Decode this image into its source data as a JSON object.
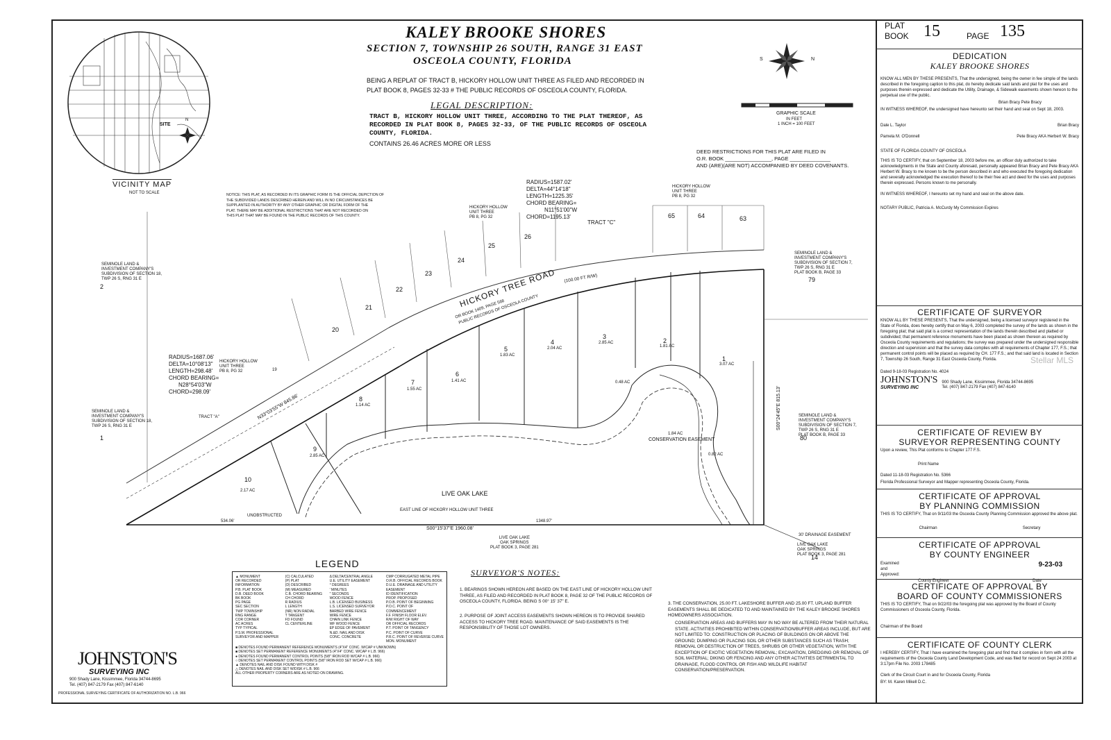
{
  "title": {
    "name": "KALEY BROOKE SHORES",
    "section": "SECTION 7, TOWNSHIP 26 SOUTH, RANGE 31 EAST",
    "county": "OSCEOLA COUNTY, FLORIDA",
    "replat_line1": "BEING A REPLAT OF TRACT B, HICKORY HOLLOW UNIT THREE AS FILED AND RECORDED IN",
    "replat_line2": "PLAT BOOK 8, PAGES 32-33 # THE PUBLIC RECORDS OF OSCEOLA COUNTY, FLORIDA."
  },
  "legal": {
    "heading": "LEGAL DESCRIPTION:",
    "line1": "TRACT B, HICKORY HOLLOW UNIT THREE, ACCORDING TO THE PLAT THEREOF, AS",
    "line2": "RECORDED IN PLAT BOOK 8, PAGES 32-33, OF THE PUBLIC RECORDS OF OSCEOLA",
    "line3": "COUNTY, FLORIDA.",
    "acreage": "CONTAINS 26.46 ACRES MORE OR LESS"
  },
  "scale": {
    "label": "GRAPHIC SCALE",
    "sub1": "IN FEET",
    "sub2": "1 INCH = 100 FEET"
  },
  "compass": {
    "n": "N",
    "s": "S"
  },
  "deed": {
    "line1": "DEED RESTRICTIONS FOR THIS PLAT ARE FILED IN",
    "line2": "O.R. BOOK ________________, PAGE ______________",
    "line3": "AND (ARE)(ARE NOT) ACCOMPANIED BY DEED COVENANTS."
  },
  "notice": {
    "line1": "NOTICE: THIS PLAT, AS RECORDED IN ITS GRAPHIC FORM IS THE OFFICIAL DEPICTION OF",
    "line2": "THE SUBDIVIDED LANDS DESCRIBED HEREIN AND WILL IN NO CIRCUMSTANCES BE",
    "line3": "SUPPLANTED IN AUTHORITY BY ANY OTHER GRAPHIC OR DIGITAL FORM OF THE",
    "line4": "PLAT. THERE MAY BE ADDITIONAL RESTRICTIONS THAT ARE NOT RECORDED ON",
    "line5": "THIS PLAT THAT MAY BE FOUND IN THE PUBLIC RECORDS OF THIS COUNTY."
  },
  "vicinity": {
    "label": "VICINITY MAP",
    "sub": "NOT TO SCALE",
    "site": "SITE",
    "n": "N"
  },
  "curve_top": {
    "radius": "RADIUS=1587.02'",
    "delta": "DELTA=44°14'18\"",
    "length": "LENGTH=1225.35'",
    "bearing": "CHORD BEARING=",
    "bearing_val": "N11°51'00\"W",
    "chord": "CHORD=1195.13'"
  },
  "curve_left": {
    "radius": "RADIUS=1687.06'",
    "delta": "DELTA=10°08'13\"",
    "length": "LENGTH=298.48'",
    "bearing": "CHORD BEARING=",
    "bearing_val": "N28°54'03\"W",
    "chord": "CHORD=298.09'"
  },
  "map": {
    "road": "HICKORY TREE ROAD",
    "road_width": "(100.00 FT R/W)",
    "road_sub1": "OR BOOK 1409, PAGE 568",
    "road_sub2": "PUBLIC RECORDS OF OSCEOLA COUNTY",
    "tract_c": "TRACT \"C\"",
    "tract_a": "TRACT \"A\"",
    "lake": "LIVE OAK LAKE",
    "conservation": "CONSERVATION EASEMENT",
    "conservation_ac": "1.84 AC",
    "bearing_west": "N33°03'55\"W  845.86'",
    "bearing_south": "S00°15'37\"E   1960.08'",
    "seg_1348": "1348.97'",
    "seg_534": "534.06'",
    "bearing_east": "S00°24'45\"E  815.13'",
    "drainage": "30' DRAINAGE EASEMENT",
    "hh3_top": "HICKORY HOLLOW",
    "hh3_top2": "UNIT THREE",
    "hh3_top3": "PB 8, PG 32",
    "seminole_left1": "SEMINOLE LAND &",
    "seminole_left2": "INVESTMENT COMPANY'S",
    "seminole_left3": "SUBDIVISION OF SECTION 18,",
    "seminole_left4": "TWP 26 S, RNG 31 E",
    "seminole_right1": "SEMINOLE LAND &",
    "seminole_right2": "INVESTMENT COMPANY'S",
    "seminole_right3": "SUBDIVISION OF SECTION 7,",
    "seminole_right4": "TWP 26 S, RNG 31 E",
    "seminole_right5": "PLAT BOOK B, PAGE 33",
    "live_oak_springs1": "LIVE OAK LAKE",
    "live_oak_springs2": "OAK SPRINGS",
    "live_oak_springs3": "PLAT BOOK 3, PAGE 281",
    "east_line": "EAST LINE OF HICKORY HOLLOW UNIT THREE",
    "unobstructed": "UNOBSTRUCTED",
    "ac_lot1": "3.07 AC",
    "ac_lot2": "1.81 AC",
    "ac_lot3": "2.85 AC",
    "ac_lot4": "2.04 AC",
    "ac_lot5": "1.83 AC",
    "ac_lot6": "1.41 AC",
    "ac_lot7": "1.55 AC",
    "ac_lot8": "1.14 AC",
    "ac_lot9": "2.85 AC",
    "ac_lot10": "2.17 AC",
    "ac_misc1": "0.48 AC",
    "ac_misc2": "0.82 AC"
  },
  "lots": [
    "1",
    "2",
    "3",
    "4",
    "5",
    "6",
    "7",
    "8",
    "9",
    "10"
  ],
  "adjacent": {
    "n2": "2",
    "n1": "1",
    "n19": "19",
    "n20": "20",
    "n21": "21",
    "n22": "22",
    "n23": "23",
    "n24": "24",
    "n25": "25",
    "n26": "26",
    "n63": "63",
    "n64": "64",
    "n65": "65",
    "n79": "79",
    "n80": "80",
    "n14": "14"
  },
  "plat_header": {
    "plat": "PLAT",
    "book": "BOOK",
    "book_num": "15",
    "page": "PAGE",
    "page_num": "135"
  },
  "dedication": {
    "title": "DEDICATION",
    "subtitle": "KALEY BROOKE SHORES",
    "text": "KNOW ALL MEN BY THESE PRESENTS, That the undersigned, being the owner in fee simple of the lands described in the foregoing caption to this plat, do hereby dedicate said lands and plat for the uses and purposes therein expressed and dedicate the Utility, Drainage, & Sidewalk easements shown hereon to the perpetual use of the public.",
    "owners": "Brian Bracy  Pete Bracy",
    "witness": "IN WITNESS WHEREOF, the undersigned have hereunto set their hand and seal on Sept 18, 2003.",
    "w1": "Dale L. Taylor",
    "w2": "Pamela M. O'Donnell",
    "s1": "Brian Bracy",
    "s2": "Pete Bracy AKA Herbert W. Bracy",
    "state": "STATE OF  FLORIDA     COUNTY OF  OSCEOLA",
    "certify": "THIS IS TO CERTIFY, that on September 18, 2003 before me, an officer duly authorized to take acknowledgments in the State and County aforesaid, personally appeared Brian Bracy and Pete Bracy AKA Herbert W. Bracy to me known to be the person described in and who executed the foregoing dedication and severally acknowledged the execution thereof to be their free act and deed for the uses and purposes therein expressed. Persons known to me personally.",
    "seal": "IN WITNESS WHEREOF, I hereunto set my hand and seal on the above date.",
    "notary": "NOTARY PUBLIC, Patricia A. McCurdy  My Commission Expires"
  },
  "surveyor": {
    "title": "CERTIFICATE OF SURVEYOR",
    "text": "KNOW ALL BY THESE PRESENTS, That the undersigned, being a licensed surveyor registered in the State of Florida, does hereby certify that on May 6, 2003 completed the survey of the lands as shown in the foregoing plat; that said plat is a correct representation of the lands therein described and platted or subdivided; that permanent reference monuments have been placed as shown thereon as required by Osceola County requirements and regulations; the survey was prepared under the undersigned responsible direction and supervision and that the survey data complies with all requirements of Chapter 177, F.S.; that permanent control points will be placed as required by CH. 177 F.S.; and that said land is located in Section 7, Township 26 South, Range 31 East Osceola County, Florida.",
    "dated": "Dated 9-18-03   Registration No. 4024",
    "company": "JOHNSTON'S",
    "company_sub": "SURVEYING INC",
    "address": "900 Shady Lane, Kissimmee, Florida 34744-8695",
    "phone": "Tel. (407) 847-2179   Fax (407) 847-6140"
  },
  "review": {
    "title1": "CERTIFICATE OF REVIEW BY",
    "title2": "SURVEYOR REPRESENTING COUNTY",
    "text": "Upon a review, This Plat conforms to Chapter 177 F.S.",
    "print": "Print Name",
    "dated": "Dated 11-18-03   Registration No. 5366",
    "role": "Florida Professional Surveyor and Mapper representing Osceola County, Florida."
  },
  "planning": {
    "title1": "CERTIFICATE OF APPROVAL",
    "title2": "BY PLANNING COMMISSION",
    "text": "THIS IS TO CERTIFY, That on 9/11/03 the Osceola County Planning Commission approved the above plat.",
    "chairman": "Chairman",
    "secretary": "Secretary"
  },
  "engineer": {
    "title1": "CERTIFICATE OF APPROVAL",
    "title2": "BY COUNTY ENGINEER",
    "examined": "Examined and Approved:",
    "date": "9-23-03",
    "signer": "County Engineer",
    "date_label": "Date"
  },
  "commissioners": {
    "title1": "CERTIFICATE OF APPROVAL BY",
    "title2": "BOARD OF COUNTY COMMISSIONERS",
    "text": "THIS IS TO CERTIFY, That on 9/22/03 the foregoing plat was approved by the Board of County Commissioners of Osceola County, Florida.",
    "chairman": "Chairman of the Board"
  },
  "clerk": {
    "title": "CERTIFICATE OF COUNTY CLERK",
    "text": "I HEREBY CERTIFY, That I have examined the foregoing plat and find that it complies in form with all the requirements of the Osceola County Land Development Code, and was filed for record on Sept 24 2003 at 3:17pm File No. 2003 178485",
    "role": "Clerk of the Circuit Court in and for Osceola County, Florida",
    "by": "BY: M. Karen Mikell  D.C."
  },
  "legend": {
    "title": "LEGEND",
    "col1": [
      "▲  MONUMENT",
      "OR  RECORDED INFORMATION",
      "P.B.  PLAT BOOK",
      "D.B.  DEED BOOK",
      "BK  BOOK",
      "PG  PAGE",
      "SEC  SECTION",
      "TWP  TOWNSHIP",
      "RNG  RANGE",
      "COR  CORNER",
      "AC  ACRES",
      "TYP  TYPICAL",
      "P.S.M.  PROFESSIONAL SURVEYOR AND MAPPER"
    ],
    "col2": [
      "(C)  CALCULATED",
      "(P)  PLAT",
      "(D)  DESCRIBED",
      "(M)  MEASURED",
      "C.B.  CHORD BEARING",
      "CH  CHORD",
      "R  RADIUS",
      "L  LENGTH",
      "(NR)  NON RADIAL",
      "T  TANGENT",
      "FD  FOUND",
      "CL  CENTERLINE"
    ],
    "col3": [
      "Δ  DELTA/CENTRAL ANGLE",
      "U.E.  UTILITY EASEMENT",
      "°  DEGREES",
      "'  MINUTES",
      "\"  SECONDS",
      "  WOOD FENCE",
      "L.B.  LICENSED BUSINESS",
      "L.S.  LICENSED SURVEYOR",
      "  BARBED WIRE FENCE",
      "  WIRE FENCE",
      "  CHAIN LINK FENCE",
      "WF  WOOD FENCE",
      "EP  EDGE OF PAVEMENT",
      "N.&D.  NAIL AND DISK",
      "CONC.  CONCRETE"
    ],
    "col4": [
      "CMP  CORRUGATED METAL PIPE",
      "O.R.B.  OFFICIAL RECORDS BOOK",
      "D.U.E.  DRAINAGE AND UTILITY EASEMENT",
      "ID  IDENTIFICATION",
      "PROP.  PROPOSED",
      "P.O.B.  POINT OF BEGINNING",
      "P.O.C.  POINT OF COMMENCEMENT",
      "F.F.  FINISH FLOOR ELEV.",
      "R/W  RIGHT OF WAY",
      "OR  OFFICIAL RECORDS",
      "P.T.  POINT OF TANGENCY",
      "P.C.  POINT OF CURVE",
      "P.R.C.  POINT OF REVERSE CURVE",
      "MON.  MONUMENT"
    ],
    "footer": [
      "■  DENOTES FOUND PERMANENT REFERENCE MONUMENTS (4\"X4\" CONC. W/CAP # UNKNOWN)",
      "■  DENOTES SET PERMANENT REFERENCE MONUMENTS (4\"X4\" CONC. W/CAP # L.B. 966)",
      "●  DENOTES FOUND PERMANENT CONTROL POINTS (5/8\" IRON ROD W/CAP # L.B. 966)",
      "○  DENOTES SET PERMANENT CONTROL POINTS (5/8\" IRON ROD SET W/CAP # L.B. 966)",
      "▲  DENOTES NAIL AND DISK FOUND WITH DISK #",
      "△  DENOTES NAIL AND DISK SET W/DISK # L.B. 966",
      "ALL OTHER PROPERTY CORNERS ARE AS NOTED ON DRAWING."
    ]
  },
  "notes": {
    "heading": "SURVEYOR'S NOTES:",
    "n1": "1.  BEARINGS SHOWN HEREON ARE BASED ON THE EAST LINE OF HICKORY HOLLOW UNIT THREE, AS FILED AND RECORDED IN PLAT BOOK 8, PAGE 32 OF THE PUBLIC RECORDS OF OSCEOLA COUNTY, FLORIDA. BEING S 00° 15' 37\" E.",
    "n2": "2.  PURPOSE OF JOINT ACCESS EASEMENTS SHOWN HEREON IS TO PROVIDE SHARED ACCESS TO HICKORY TREE ROAD. MAINTENANCE OF SAID EASEMENTS IS THE RESPONSIBILITY OF THOSE LOT OWNERS.",
    "n3": "3.  THE CONSERVATION, 25.00 FT. LAKESHORE BUFFER AND 25.00 FT. UPLAND BUFFER EASEMENTS SHALL BE DEDICATED TO AND MAINTAINED BY THE KALEY BROOKE SHORES HOMEOWNERS ASSOCIATION.",
    "n3b": "CONSERVATION AREAS AND BUFFERS MAY IN NO WAY BE ALTERED FROM THEIR NATURAL STATE. ACTIVITIES PROHIBITED WITHIN CONSERVATION/BUFFER AREAS INCLUDE, BUT ARE NOT LIMITED TO: CONSTRUCTION OR PLACING OF BUILDINGS ON OR ABOVE THE GROUND; DUMPING OR PLACING SOIL OR OTHER SUBSTANCES SUCH AS TRASH; REMOVAL OR DESTRUCTION OF TREES, SHRUBS OR OTHER VEGETATION, WITH THE EXCEPTION OF EXOTIC VEGETATION REMOVAL; EXCAVATION, DREDGING OR REMOVAL OF SOIL MATERIAL; DIKING OR FENCING AND ANY OTHER ACTIVITIES DETRIMENTAL TO DRAINAGE, FLOOD CONTROL OR FISH AND WILDLIFE HABITAT CONSERVATION/PRESERVATION."
  },
  "logo": {
    "name": "JOHNSTON'S",
    "sub": "SURVEYING INC",
    "address": "900 Shady Lane, Kissimmee, Florida 34744-8695",
    "phone": "Tel. (407) 847-2179   Fax (407) 847-6140",
    "license": "PROFESSIONAL SURVEYING CERTIFICATE OF AUTHORIZATION NO. L.B. 966"
  },
  "watermark": "Stellar MLS"
}
